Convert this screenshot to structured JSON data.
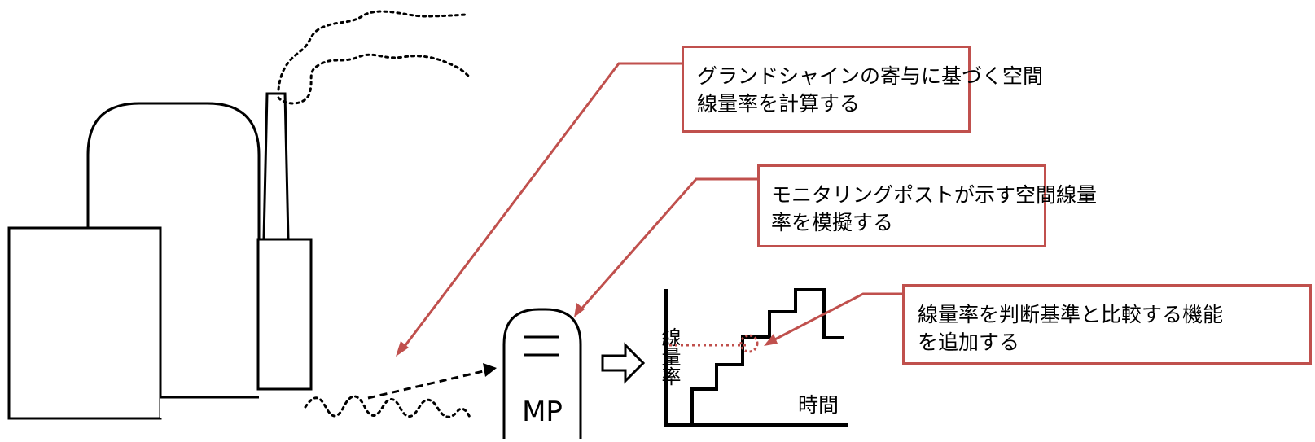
{
  "callouts": [
    {
      "lines": [
        "グランドシャインの寄与に基づく空間",
        "線量率を計算する"
      ]
    },
    {
      "lines": [
        "モニタリングポストが示す空間線量",
        "率を模擬する"
      ]
    },
    {
      "lines": [
        "線量率を判断基準と比較する機能",
        "を追加する"
      ]
    }
  ],
  "monitoring_post": {
    "label": "MP"
  },
  "graph": {
    "ylabel": "線量率",
    "xlabel": "時間"
  },
  "colors": {
    "accent": "#c0504d",
    "line": "#000000"
  },
  "icons": [
    "plant-building-icon",
    "stack-icon",
    "smoke-icon",
    "ground-radiation-icon",
    "monitoring-post-icon",
    "arrow-right-icon"
  ]
}
